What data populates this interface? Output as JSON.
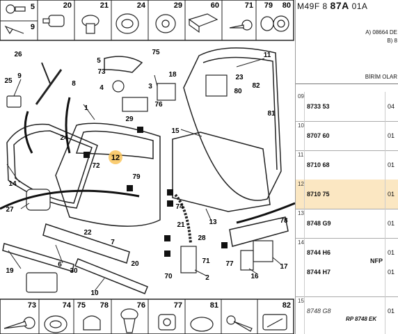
{
  "header": {
    "ref_prefix": "M49F 8",
    "ref_bold": "87A",
    "ref_suffix": "01A",
    "applicability_a": "A) 08664 DE",
    "applicability_b": "B) 8",
    "unit_label": "BİRİM OLAR"
  },
  "rows": [
    {
      "index": "09",
      "part": "8733 53",
      "qty": "04"
    },
    {
      "index": "10",
      "part": "8707 60",
      "qty": "01"
    },
    {
      "index": "11",
      "part": "8710 68",
      "qty": "01"
    },
    {
      "index": "12",
      "part": "8710 75",
      "qty": "01"
    },
    {
      "index": "13",
      "part": "8748 G9",
      "qty": "01"
    },
    {
      "index": "14",
      "part": "8744 H6",
      "part2": "8744 H7",
      "flag": "NFP",
      "qty": "01",
      "qty2": "01"
    },
    {
      "index": "15",
      "part": "8748 G8",
      "note": "RP 8748 EK",
      "qty": "01"
    }
  ],
  "diagram": {
    "top_strip": [
      "20",
      "21",
      "24",
      "29",
      "60",
      "71",
      "79",
      "80"
    ],
    "top_strip_small": [
      "5",
      "9"
    ],
    "bottom_strip": [
      "73",
      "74",
      "75",
      "78",
      "76",
      "77",
      "81",
      "82"
    ],
    "highlighted_label": "12",
    "callouts": [
      "1",
      "2",
      "3",
      "4",
      "5",
      "6",
      "7",
      "8",
      "9",
      "10",
      "11",
      "13",
      "14",
      "15",
      "16",
      "17",
      "18",
      "19",
      "20",
      "21",
      "22",
      "23",
      "24",
      "25",
      "26",
      "27",
      "28",
      "29",
      "30",
      "70",
      "71",
      "72",
      "73",
      "74",
      "75",
      "76",
      "77",
      "78",
      "79",
      "80",
      "81",
      "82"
    ]
  }
}
